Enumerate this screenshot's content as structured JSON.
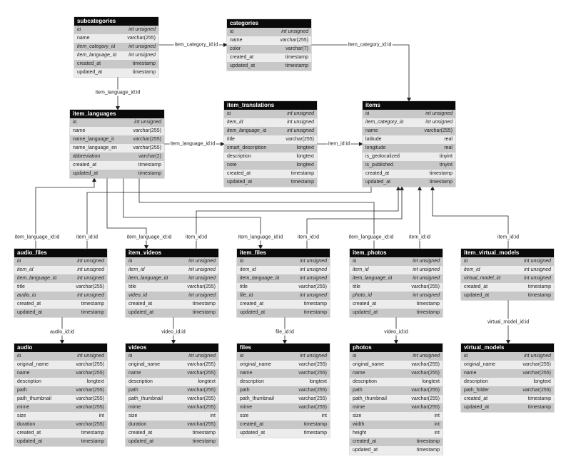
{
  "tables": [
    {
      "id": "subcategories",
      "name": "subcategories",
      "columns": [
        {
          "name": "id",
          "type": "int unsigned",
          "key": true
        },
        {
          "name": "name",
          "type": "varchar(255)",
          "key": false
        },
        {
          "name": "item_category_id",
          "type": "int unsigned",
          "key": true
        },
        {
          "name": "item_language_id",
          "type": "int unsigned",
          "key": true
        },
        {
          "name": "created_at",
          "type": "timestamp",
          "key": false
        },
        {
          "name": "updated_at",
          "type": "timestamp",
          "key": false
        }
      ]
    },
    {
      "id": "categories",
      "name": "categories",
      "columns": [
        {
          "name": "id",
          "type": "int unsigned",
          "key": true
        },
        {
          "name": "name",
          "type": "varchar(255)",
          "key": false
        },
        {
          "name": "color",
          "type": "varchar(7)",
          "key": false
        },
        {
          "name": "created_at",
          "type": "timestamp",
          "key": false
        },
        {
          "name": "updated_at",
          "type": "timestamp",
          "key": false
        }
      ]
    },
    {
      "id": "item_languages",
      "name": "item_languages",
      "columns": [
        {
          "name": "id",
          "type": "int unsigned",
          "key": true
        },
        {
          "name": "name",
          "type": "varchar(255)",
          "key": false
        },
        {
          "name": "name_language_it",
          "type": "varchar(255)",
          "key": false
        },
        {
          "name": "name_language_en",
          "type": "varchar(255)",
          "key": false
        },
        {
          "name": "abbreviation",
          "type": "varchar(2)",
          "key": false
        },
        {
          "name": "created_at",
          "type": "timestamp",
          "key": false
        },
        {
          "name": "updated_at",
          "type": "timestamp",
          "key": false
        }
      ]
    },
    {
      "id": "item_translations",
      "name": "item_translations",
      "columns": [
        {
          "name": "id",
          "type": "int unsigned",
          "key": true
        },
        {
          "name": "item_id",
          "type": "int unsigned",
          "key": true
        },
        {
          "name": "item_language_id",
          "type": "int unsigned",
          "key": true
        },
        {
          "name": "title",
          "type": "varchar(255)",
          "key": false
        },
        {
          "name": "smart_description",
          "type": "longtext",
          "key": false
        },
        {
          "name": "description",
          "type": "longtext",
          "key": false
        },
        {
          "name": "note",
          "type": "longtext",
          "key": false
        },
        {
          "name": "created_at",
          "type": "timestamp",
          "key": false
        },
        {
          "name": "updated_at",
          "type": "timestamp",
          "key": false
        }
      ]
    },
    {
      "id": "items",
      "name": "items",
      "columns": [
        {
          "name": "id",
          "type": "int unsigned",
          "key": true
        },
        {
          "name": "item_category_id",
          "type": "int unsigned",
          "key": true
        },
        {
          "name": "name",
          "type": "varchar(255)",
          "key": false
        },
        {
          "name": "latitude",
          "type": "real",
          "key": false
        },
        {
          "name": "longitude",
          "type": "real",
          "key": false
        },
        {
          "name": "is_geolocalized",
          "type": "tinyint",
          "key": false
        },
        {
          "name": "is_published",
          "type": "tinyint",
          "key": false
        },
        {
          "name": "created_at",
          "type": "timestamp",
          "key": false
        },
        {
          "name": "updated_at",
          "type": "timestamp",
          "key": false
        }
      ]
    },
    {
      "id": "audio_files",
      "name": "audio_files",
      "columns": [
        {
          "name": "id",
          "type": "int unsigned",
          "key": true
        },
        {
          "name": "item_id",
          "type": "int unsigned",
          "key": true
        },
        {
          "name": "item_language_id",
          "type": "int unsigned",
          "key": true
        },
        {
          "name": "title",
          "type": "varchar(255)",
          "key": false
        },
        {
          "name": "audio_id",
          "type": "int unsigned",
          "key": true
        },
        {
          "name": "created_at",
          "type": "timestamp",
          "key": false
        },
        {
          "name": "updated_at",
          "type": "timestamp",
          "key": false
        }
      ]
    },
    {
      "id": "item_videos",
      "name": "item_videos",
      "columns": [
        {
          "name": "id",
          "type": "int unsigned",
          "key": true
        },
        {
          "name": "item_id",
          "type": "int unsigned",
          "key": true
        },
        {
          "name": "item_language_id",
          "type": "int unsigned",
          "key": true
        },
        {
          "name": "title",
          "type": "varchar(255)",
          "key": false
        },
        {
          "name": "video_id",
          "type": "int unsigned",
          "key": true
        },
        {
          "name": "created_at",
          "type": "timestamp",
          "key": false
        },
        {
          "name": "updated_at",
          "type": "timestamp",
          "key": false
        }
      ]
    },
    {
      "id": "item_files",
      "name": "item_files",
      "columns": [
        {
          "name": "id",
          "type": "int unsigned",
          "key": true
        },
        {
          "name": "item_id",
          "type": "int unsigned",
          "key": true
        },
        {
          "name": "item_language_id",
          "type": "int unsigned",
          "key": true
        },
        {
          "name": "title",
          "type": "varchar(255)",
          "key": false
        },
        {
          "name": "file_id",
          "type": "int unsigned",
          "key": true
        },
        {
          "name": "created_at",
          "type": "timestamp",
          "key": false
        },
        {
          "name": "updated_at",
          "type": "timestamp",
          "key": false
        }
      ]
    },
    {
      "id": "item_photos",
      "name": "item_photos",
      "columns": [
        {
          "name": "id",
          "type": "int unsigned",
          "key": true
        },
        {
          "name": "item_id",
          "type": "int unsigned",
          "key": true
        },
        {
          "name": "item_language_id",
          "type": "int unsigned",
          "key": true
        },
        {
          "name": "title",
          "type": "varchar(255)",
          "key": false
        },
        {
          "name": "photo_id",
          "type": "int unsigned",
          "key": true
        },
        {
          "name": "created_at",
          "type": "timestamp",
          "key": false
        },
        {
          "name": "updated_at",
          "type": "timestamp",
          "key": false
        }
      ]
    },
    {
      "id": "item_virtual_models",
      "name": "item_virtual_models",
      "columns": [
        {
          "name": "id",
          "type": "int unsigned",
          "key": true
        },
        {
          "name": "item_id",
          "type": "int unsigned",
          "key": true
        },
        {
          "name": "virtual_model_id",
          "type": "int unsigned",
          "key": true
        },
        {
          "name": "created_at",
          "type": "timestamp",
          "key": false
        },
        {
          "name": "updated_at",
          "type": "timestamp",
          "key": false
        }
      ]
    },
    {
      "id": "audio",
      "name": "audio",
      "columns": [
        {
          "name": "id",
          "type": "int unsigned",
          "key": true
        },
        {
          "name": "original_name",
          "type": "varchar(255)",
          "key": false
        },
        {
          "name": "name",
          "type": "varchar(255)",
          "key": false
        },
        {
          "name": "description",
          "type": "longtext",
          "key": false
        },
        {
          "name": "path",
          "type": "varchar(255)",
          "key": false
        },
        {
          "name": "path_thumbnail",
          "type": "varchar(255)",
          "key": false
        },
        {
          "name": "mime",
          "type": "varchar(255)",
          "key": false
        },
        {
          "name": "size",
          "type": "int",
          "key": false
        },
        {
          "name": "duration",
          "type": "varchar(255)",
          "key": false
        },
        {
          "name": "created_at",
          "type": "timestamp",
          "key": false
        },
        {
          "name": "updated_at",
          "type": "timestamp",
          "key": false
        }
      ]
    },
    {
      "id": "videos",
      "name": "videos",
      "columns": [
        {
          "name": "id",
          "type": "int unsigned",
          "key": true
        },
        {
          "name": "original_name",
          "type": "varchar(255)",
          "key": false
        },
        {
          "name": "name",
          "type": "varchar(255)",
          "key": false
        },
        {
          "name": "description",
          "type": "longtext",
          "key": false
        },
        {
          "name": "path",
          "type": "varchar(255)",
          "key": false
        },
        {
          "name": "path_thumbnail",
          "type": "varchar(255)",
          "key": false
        },
        {
          "name": "mime",
          "type": "varchar(255)",
          "key": false
        },
        {
          "name": "size",
          "type": "int",
          "key": false
        },
        {
          "name": "duration",
          "type": "varchar(255)",
          "key": false
        },
        {
          "name": "created_at",
          "type": "timestamp",
          "key": false
        },
        {
          "name": "updated_at",
          "type": "timestamp",
          "key": false
        }
      ]
    },
    {
      "id": "files",
      "name": "files",
      "columns": [
        {
          "name": "id",
          "type": "int unsigned",
          "key": true
        },
        {
          "name": "original_name",
          "type": "varchar(255)",
          "key": false
        },
        {
          "name": "name",
          "type": "varchar(255)",
          "key": false
        },
        {
          "name": "description",
          "type": "longtext",
          "key": false
        },
        {
          "name": "path",
          "type": "varchar(255)",
          "key": false
        },
        {
          "name": "path_thumbnail",
          "type": "varchar(255)",
          "key": false
        },
        {
          "name": "mime",
          "type": "varchar(255)",
          "key": false
        },
        {
          "name": "size",
          "type": "int",
          "key": false
        },
        {
          "name": "created_at",
          "type": "timestamp",
          "key": false
        },
        {
          "name": "updated_at",
          "type": "timestamp",
          "key": false
        }
      ]
    },
    {
      "id": "photos",
      "name": "photos",
      "columns": [
        {
          "name": "id",
          "type": "int unsigned",
          "key": true
        },
        {
          "name": "original_name",
          "type": "varchar(255)",
          "key": false
        },
        {
          "name": "name",
          "type": "varchar(255)",
          "key": false
        },
        {
          "name": "description",
          "type": "longtext",
          "key": false
        },
        {
          "name": "path",
          "type": "varchar(255)",
          "key": false
        },
        {
          "name": "path_thumbnail",
          "type": "varchar(255)",
          "key": false
        },
        {
          "name": "mime",
          "type": "varchar(255)",
          "key": false
        },
        {
          "name": "size",
          "type": "int",
          "key": false
        },
        {
          "name": "width",
          "type": "int",
          "key": false
        },
        {
          "name": "height",
          "type": "int",
          "key": false
        },
        {
          "name": "created_at",
          "type": "timestamp",
          "key": false
        },
        {
          "name": "updated_at",
          "type": "timestamp",
          "key": false
        }
      ]
    },
    {
      "id": "virtual_models",
      "name": "virtual_models",
      "columns": [
        {
          "name": "id",
          "type": "int unsigned",
          "key": true
        },
        {
          "name": "original_name",
          "type": "varchar(255)",
          "key": false
        },
        {
          "name": "name",
          "type": "varchar(255)",
          "key": false
        },
        {
          "name": "description",
          "type": "longtext",
          "key": false
        },
        {
          "name": "path_folder",
          "type": "varchar(255)",
          "key": false
        },
        {
          "name": "created_at",
          "type": "timestamp",
          "key": false
        },
        {
          "name": "updated_at",
          "type": "timestamp",
          "key": false
        }
      ]
    }
  ],
  "relations": [
    {
      "id": "subcategories-categories",
      "label": "item_category_id:id"
    },
    {
      "id": "categories-items",
      "label": "item_category_id:id"
    },
    {
      "id": "subcategories-languages",
      "label": "item_language_id:id"
    },
    {
      "id": "languages-translations",
      "label": "item_language_id:id"
    },
    {
      "id": "translations-items",
      "label": "item_id:id"
    },
    {
      "id": "audiofiles-languages",
      "label": "item_language_id:id"
    },
    {
      "id": "audiofiles-items",
      "label": "item_id:id"
    },
    {
      "id": "itemvideos-languages",
      "label": "item_language_id:id"
    },
    {
      "id": "itemvideos-items",
      "label": "item_id:id"
    },
    {
      "id": "itemfiles-languages",
      "label": "item_language_id:id"
    },
    {
      "id": "itemfiles-items",
      "label": "item_id:id"
    },
    {
      "id": "itemphotos-languages",
      "label": "item_language_id:id"
    },
    {
      "id": "itemphotos-items",
      "label": "item_id:id"
    },
    {
      "id": "itemvirtual-items",
      "label": "item_id:id"
    },
    {
      "id": "audiofiles-audio",
      "label": "audio_id:id"
    },
    {
      "id": "itemvideos-videos",
      "label": "video_id:id"
    },
    {
      "id": "itemfiles-files",
      "label": "file_id:id"
    },
    {
      "id": "itemphotos-photos",
      "label": "video_id:id"
    },
    {
      "id": "itemvirtual-virtual",
      "label": "virtual_model_id:id"
    }
  ]
}
